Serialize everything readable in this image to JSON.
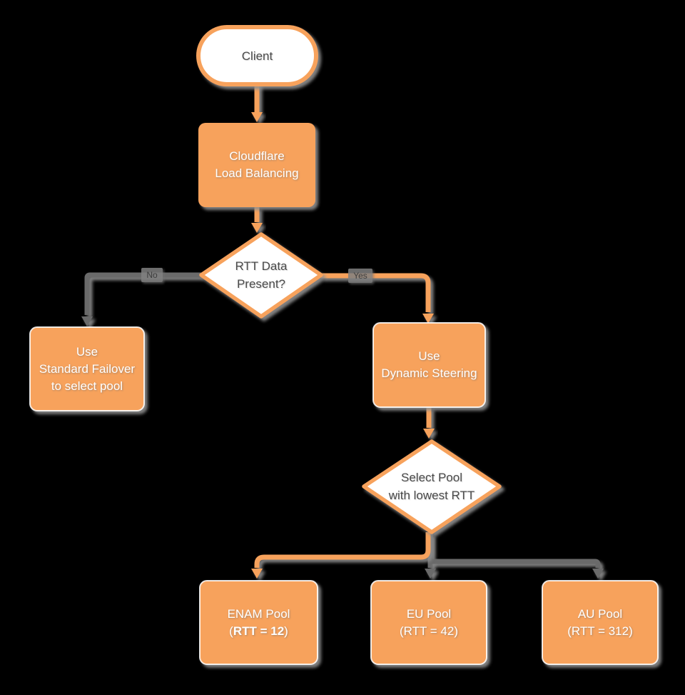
{
  "canvas": {
    "background": "#000000"
  },
  "colors": {
    "canvas_bg": "#000000",
    "accent_orange": "#F7A25B",
    "connector_gray": "#6B6B6B",
    "text_dark": "#4A4A4A",
    "text_light": "#FFFFFF"
  },
  "nodes": {
    "client": {
      "label": "Client"
    },
    "cloudflare_lb": {
      "line1": "Cloudflare",
      "line2": "Load Balancing"
    },
    "rtt_decision": {
      "line1": "RTT Data",
      "line2": "Present?"
    },
    "standard_failover": {
      "line1": "Use",
      "line2": "Standard Failover",
      "line3": "to select pool"
    },
    "dynamic_steering": {
      "line1": "Use",
      "line2": "Dynamic Steering"
    },
    "select_pool_decision": {
      "line1": "Select Pool",
      "line2": "with lowest RTT"
    },
    "enam_pool": {
      "line1": "ENAM Pool",
      "line2_prefix": "(",
      "line2_bold": "RTT = 12",
      "line2_suffix": ")"
    },
    "eu_pool": {
      "line1": "EU Pool",
      "line2": "(RTT = 42)"
    },
    "au_pool": {
      "line1": "AU Pool",
      "line2": "(RTT = 312)"
    }
  },
  "edges": {
    "no_label": "No",
    "yes_label": "Yes"
  }
}
